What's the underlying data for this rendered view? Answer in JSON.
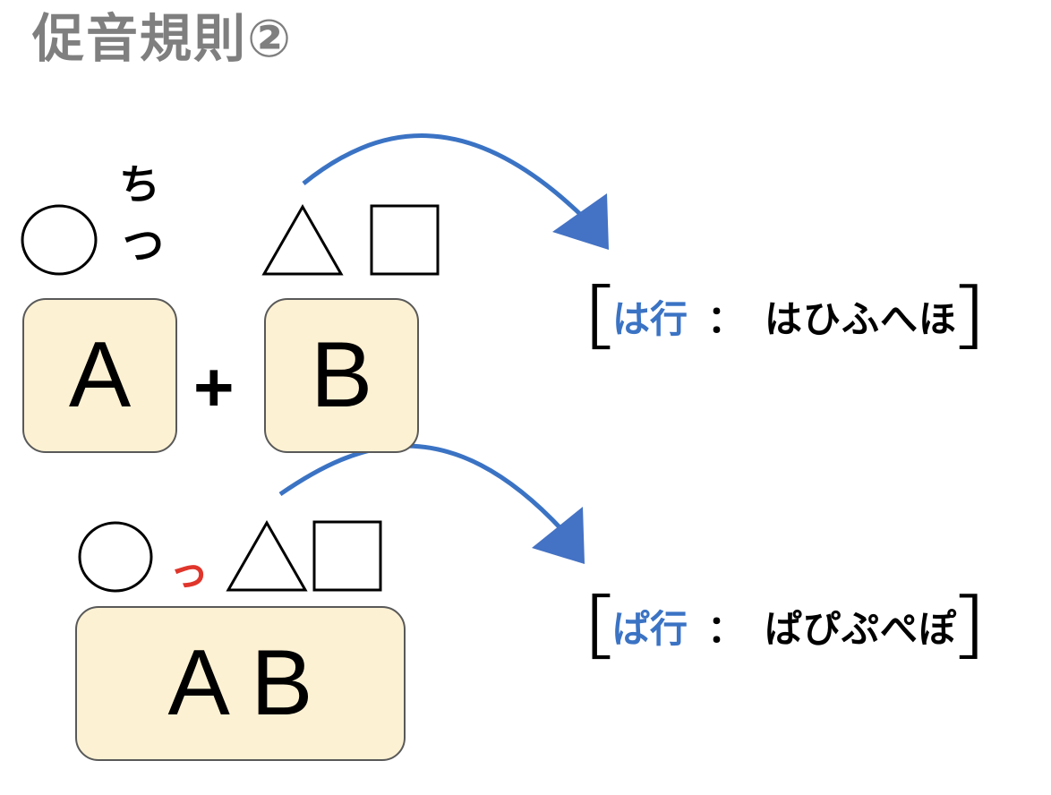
{
  "title": "促音規則②",
  "top_row": {
    "upper_kana": "ち",
    "lower_kana": "つ",
    "box_a": "A",
    "plus": "+",
    "box_b": "B"
  },
  "bottom_row": {
    "small_tsu": "っ",
    "box_ab": "A B"
  },
  "rule_1": {
    "open_bracket": "［",
    "label": "は行",
    "colon": "：",
    "kana": "はひふへほ",
    "close_bracket": "］"
  },
  "rule_2": {
    "open_bracket": "［",
    "label": "ぱ行",
    "colon": "：",
    "kana": "ぱぴぷぺぽ",
    "close_bracket": "］"
  },
  "colors": {
    "title": "#7f7f7f",
    "box_fill": "#fdf1d3",
    "accent_blue": "#3b73c4",
    "arrow_blue": "#4472c4",
    "small_tsu_red": "#e0352b"
  }
}
